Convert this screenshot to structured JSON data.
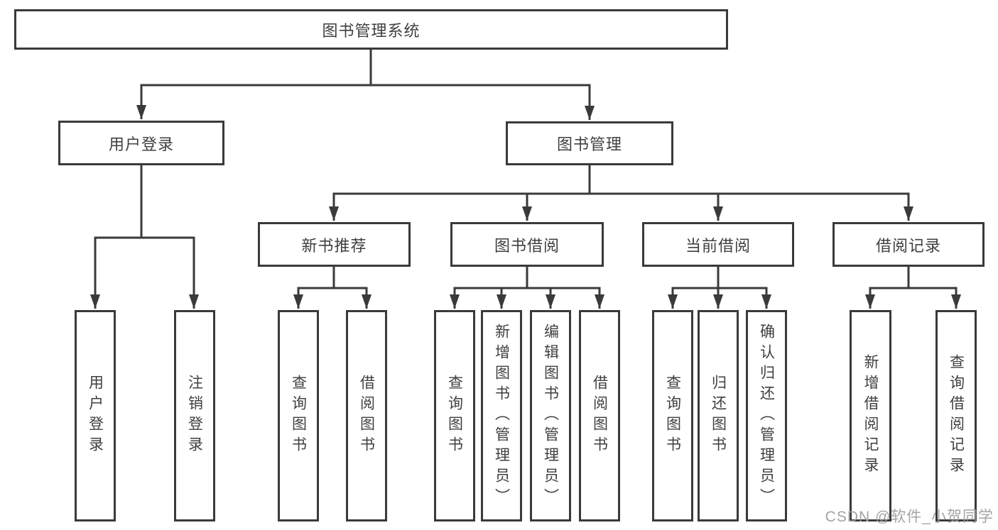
{
  "diagram": {
    "root": {
      "label": "图书管理系统"
    },
    "branches": [
      {
        "label": "用户登录",
        "children": [
          {
            "label": "用户登录"
          },
          {
            "label": "注销登录"
          }
        ]
      },
      {
        "label": "图书管理",
        "children": [
          {
            "label": "新书推荐",
            "children": [
              {
                "label": "查询图书"
              },
              {
                "label": "借阅图书"
              }
            ]
          },
          {
            "label": "图书借阅",
            "children": [
              {
                "label": "查询图书"
              },
              {
                "label": "新增图书（管理员）"
              },
              {
                "label": "编辑图书（管理员）"
              },
              {
                "label": "借阅图书"
              }
            ]
          },
          {
            "label": "当前借阅",
            "children": [
              {
                "label": "查询图书"
              },
              {
                "label": "归还图书"
              },
              {
                "label": "确认归还（管理员）"
              }
            ]
          },
          {
            "label": "借阅记录",
            "children": [
              {
                "label": "新增借阅记录"
              },
              {
                "label": "查询借阅记录"
              }
            ]
          }
        ]
      }
    ]
  },
  "watermark": {
    "text": "CSDN @软件_小贺同学"
  },
  "colors": {
    "line": "#3a3a3a",
    "box_border": "#3a3a3a",
    "text": "#3f3f3f",
    "background": "#ffffff",
    "watermark": "#9e9e9e"
  }
}
